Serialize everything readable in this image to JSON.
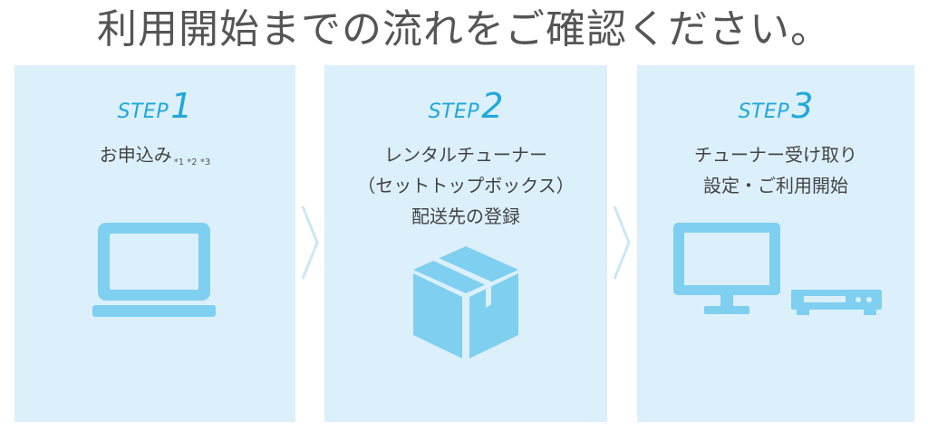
{
  "headline": "利用開始までの流れをご確認ください。",
  "steps": [
    {
      "word": "STEP",
      "number": "1",
      "lines": [
        "お申込み"
      ],
      "notes": "*1 *2 *3",
      "icon": "laptop-icon"
    },
    {
      "word": "STEP",
      "number": "2",
      "lines": [
        "レンタルチューナー",
        "（セットトップボックス）",
        "配送先の登録"
      ],
      "icon": "package-box-icon"
    },
    {
      "word": "STEP",
      "number": "3",
      "lines": [
        "チューナー受け取り",
        "設定・ご利用開始"
      ],
      "icon": "monitor-and-tuner-icon"
    }
  ],
  "colors": {
    "panel_background": "#dbf0fa",
    "accent": "#20a8dc",
    "icon": "#7fcff0",
    "headline_text": "#555555",
    "body_text": "#444444",
    "chevron": "#c9e8f6"
  }
}
